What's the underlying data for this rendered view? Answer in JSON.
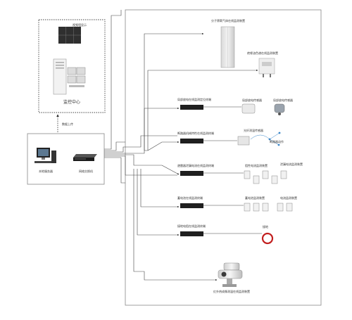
{
  "monitor_center": {
    "video_wall": "视频墙显示",
    "title": "监控中心"
  },
  "upload_label": "数据上传",
  "local": {
    "server": "本地服务器",
    "switch": "网络交换机"
  },
  "branches": [
    {
      "device": "分子筛氧气体在线监测装置"
    },
    {
      "device": "绝缘油色谱在线监测装置"
    },
    {
      "host": "局部放电在线监测定位终端",
      "a": "局部放电传感器",
      "b": "局部放电传感器"
    },
    {
      "host": "断路器机械特性在线监测终端",
      "a": "光纤测温传感器",
      "b": "断路器动作"
    },
    {
      "host": "避雷器泄漏电流在线监测终端",
      "a": "阻性电流监测装置",
      "b": "泄漏电流监测装置"
    },
    {
      "host": "蓄电池在线监测终端",
      "a": "蓄电池监测装置",
      "b": "电流监测装置"
    },
    {
      "host": "接地电阻在线监测终端",
      "a": "接地"
    },
    {
      "device": "红外热成像测温在线监测装置"
    }
  ]
}
